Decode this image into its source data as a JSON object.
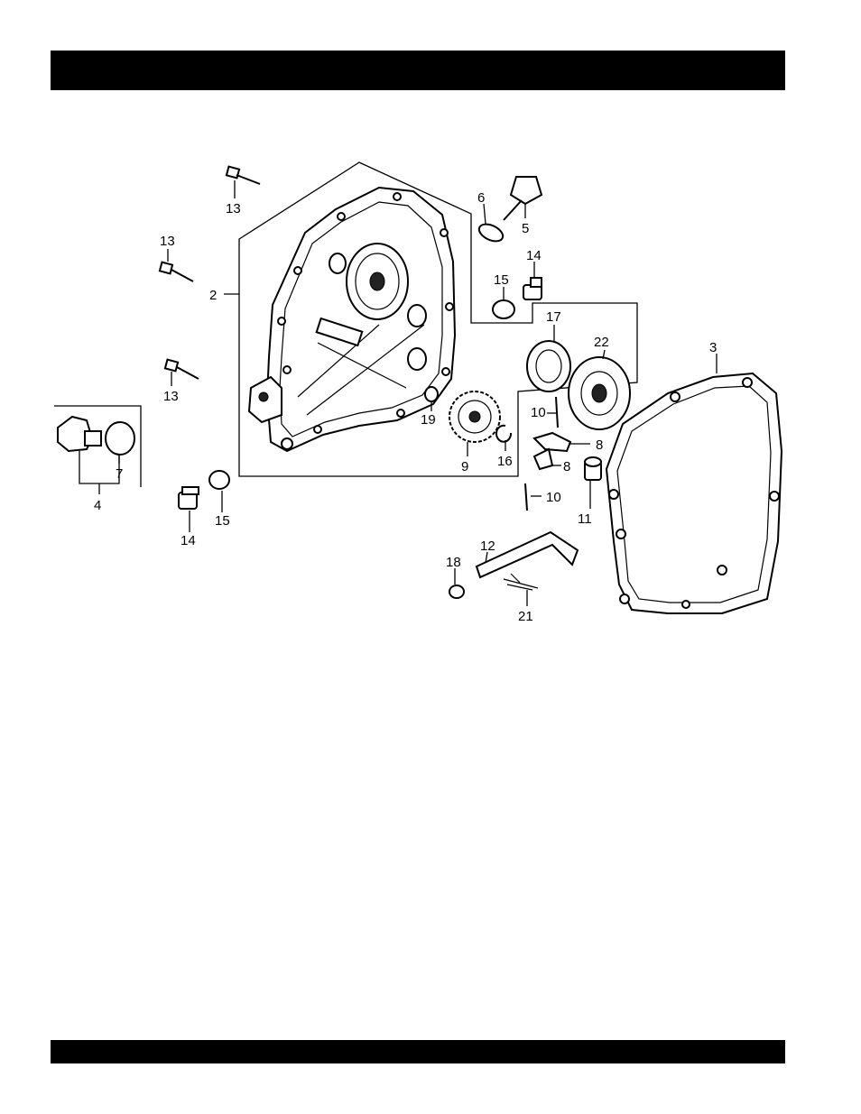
{
  "header_bar": {
    "color": "#000000"
  },
  "footer_bar": {
    "color": "#000000"
  },
  "callouts": {
    "c2": "2",
    "c3": "3",
    "c4": "4",
    "c5": "5",
    "c6": "6",
    "c7": "7",
    "c8a": "8",
    "c8b": "8",
    "c9": "9",
    "c10a": "10",
    "c10b": "10",
    "c11": "11",
    "c12": "12",
    "c13a": "13",
    "c13b": "13",
    "c13c": "13",
    "c14a": "14",
    "c14b": "14",
    "c15a": "15",
    "c15b": "15",
    "c16": "16",
    "c17": "17",
    "c18": "18",
    "c19": "19",
    "c21": "21",
    "c22": "22"
  }
}
